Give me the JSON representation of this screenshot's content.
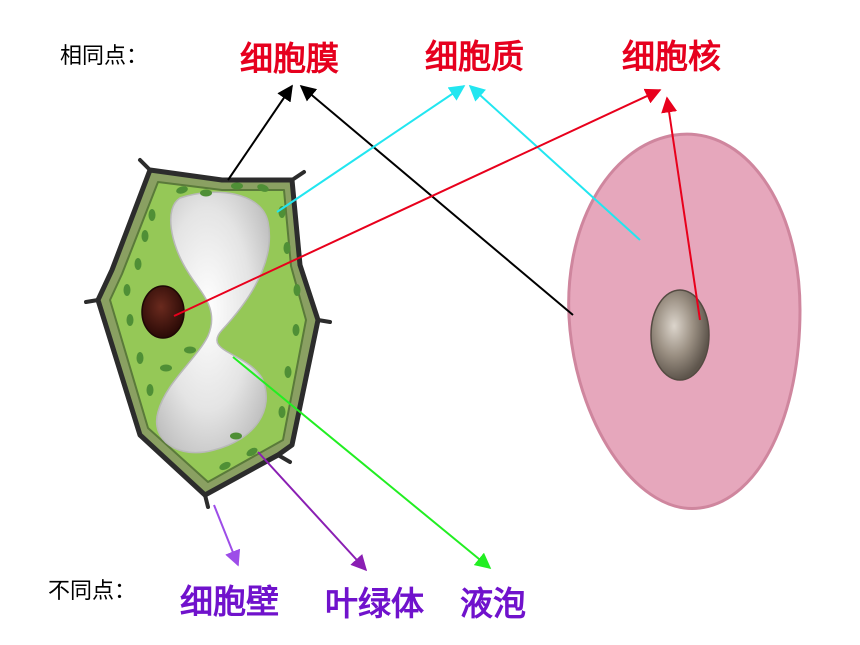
{
  "headings": {
    "same": "相同点：",
    "different": "不同点："
  },
  "common_structures": [
    "细胞膜",
    "细胞质",
    "细胞核"
  ],
  "plant_only_structures": [
    "细胞壁",
    "叶绿体",
    "液泡"
  ],
  "colors": {
    "common_label": "#e6001e",
    "unique_label": "#7012cc",
    "membrane_line": "#000000",
    "cytoplasm_line": "#22e6f0",
    "nucleus_line": "#e8001c",
    "cell_wall_line": "#9d4de8",
    "chloroplast_line": "#8a1fb3",
    "vacuole_line": "#22ee22"
  }
}
